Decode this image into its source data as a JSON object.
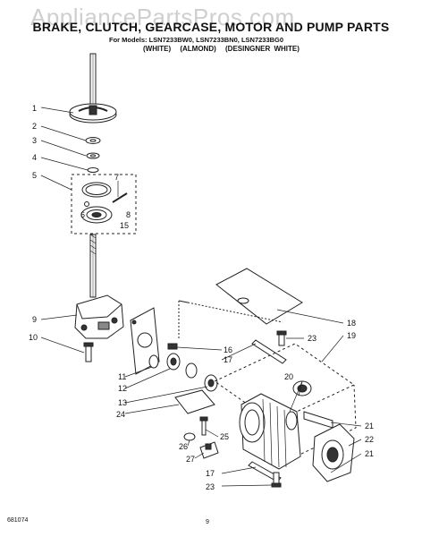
{
  "watermark": "AppliancePartsPros.com",
  "title": "BRAKE, CLUTCH, GEARCASE, MOTOR AND PUMP PARTS",
  "models": "For Models: LSN7233BW0, LSN7233BN0, LSN7233BG0",
  "color_labels": [
    "(WHITE)",
    "(ALMOND)",
    "(DESINGNER WHITE)"
  ],
  "doc_number": "681074",
  "page_number": "9",
  "callouts": [
    "1",
    "2",
    "3",
    "4",
    "5",
    "6",
    "7",
    "8",
    "15",
    "9",
    "10",
    "11",
    "12",
    "13",
    "24",
    "16",
    "17",
    "18",
    "19",
    "20",
    "23",
    "21",
    "22",
    "21",
    "25",
    "26",
    "27",
    "17",
    "23"
  ]
}
